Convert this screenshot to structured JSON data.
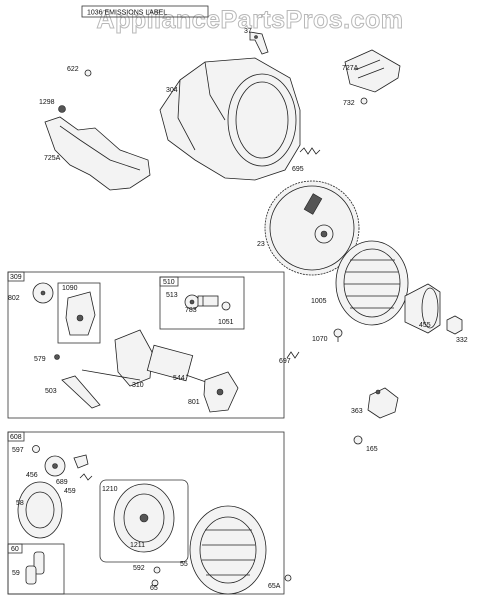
{
  "watermark": "AppliancePartsPros.com",
  "emissions_label": "1036 EMISSIONS LABEL",
  "parts": {
    "p37": "37",
    "p622": "622",
    "p727A": "727A",
    "p304": "304",
    "p1298": "1298",
    "p732": "732",
    "p725A": "725A",
    "p695": "695",
    "p23": "23",
    "p309": "309",
    "p1090": "1090",
    "p510": "510",
    "p513": "513",
    "p802": "802",
    "p783": "783",
    "p1051": "1051",
    "p1005": "1005",
    "p455": "455",
    "p332": "332",
    "p1070": "1070",
    "p579": "579",
    "p697": "697",
    "p544": "544",
    "p310": "310",
    "p503": "503",
    "p801": "801",
    "p363": "363",
    "p165": "165",
    "p608": "608",
    "p597": "597",
    "p456": "456",
    "p689": "689",
    "p459": "459",
    "p1210": "1210",
    "p58": "58",
    "p1211": "1211",
    "p60": "60",
    "p59": "59",
    "p592": "592",
    "p55": "55",
    "p65": "65",
    "p65A": "65A"
  }
}
